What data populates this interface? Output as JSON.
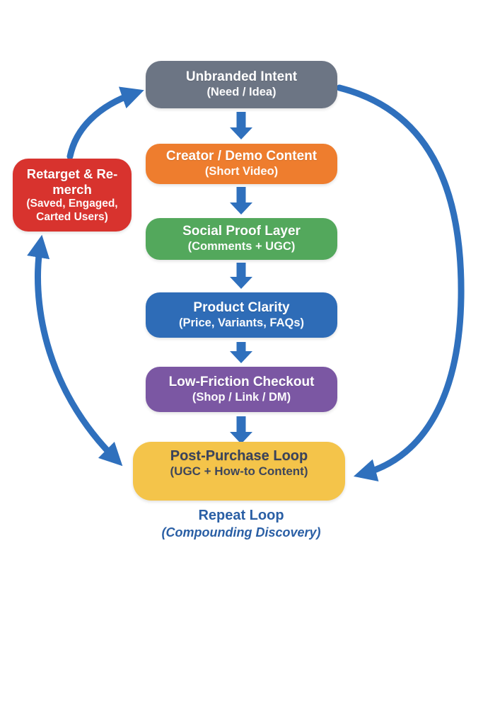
{
  "colors": {
    "arrow": "#2f70bd",
    "background": "#ffffff",
    "footer_text": "#2a5fa5"
  },
  "nodes": [
    {
      "title": "Unbranded Intent",
      "subtitle": "(Need / Idea)",
      "color": "#6c7584",
      "text_color": "#ffffff"
    },
    {
      "title": "Creator / Demo Content",
      "subtitle": "(Short Video)",
      "color": "#ee7d2e",
      "text_color": "#ffffff"
    },
    {
      "title": "Social Proof Layer",
      "subtitle": "(Comments + UGC)",
      "color": "#53a85c",
      "text_color": "#ffffff"
    },
    {
      "title": "Product Clarity",
      "subtitle": "(Price, Variants, FAQs)",
      "color": "#2e6cb7",
      "text_color": "#ffffff"
    },
    {
      "title": "Low-Friction Checkout",
      "subtitle": "(Shop / Link / DM)",
      "color": "#7b57a3",
      "text_color": "#ffffff"
    },
    {
      "title": "Post-Purchase Loop",
      "subtitle": "(UGC + How-to Content)",
      "color": "#f4c44a",
      "text_color": "#39425c"
    }
  ],
  "retarget": {
    "title": "Retarget & Re-merch",
    "subtitle": "(Saved, Engaged, Carted Users)",
    "color": "#d8332e",
    "text_color": "#ffffff"
  },
  "footer": {
    "title": "Repeat Loop",
    "subtitle": "(Compounding Discovery)"
  },
  "arrows": [
    {
      "name": "unbranded-to-creator"
    },
    {
      "name": "creator-to-social-proof"
    },
    {
      "name": "social-proof-to-product-clarity"
    },
    {
      "name": "product-clarity-to-checkout"
    },
    {
      "name": "checkout-to-post-purchase"
    },
    {
      "name": "retarget-to-unbranded"
    },
    {
      "name": "post-purchase-to-retarget"
    },
    {
      "name": "unbranded-to-post-purchase-loop"
    },
    {
      "name": "post-purchase-repeat-swoosh"
    }
  ]
}
